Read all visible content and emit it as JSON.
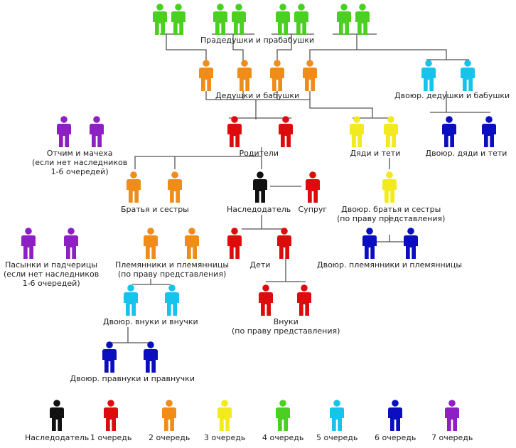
{
  "colors": {
    "heir": "#111111",
    "order1": "#dd0b0b",
    "order2": "#f08c1a",
    "order3": "#f2ea1c",
    "order4": "#4ccf23",
    "order5": "#17c3ea",
    "order6": "#0a0ec0",
    "order7": "#8d1fc3"
  },
  "labels": {
    "great_grandparents": "Прадедушки и прабабушки",
    "grandparents": "Дедушки и бабушки",
    "cousin_grandparents": "Двоюр. дедушки и бабушки",
    "stepparents": "Отчим и мачеха",
    "stepparents_note1": "(если нет  наследников",
    "stepparents_note2": "1-6 очередей)",
    "parents": "Родители",
    "uncles_aunts": "Дяди и тети",
    "cousin_uncles_aunts": "Двоюр. дяди и тети",
    "siblings": "Братья и сестры",
    "testator": "Наследодатель",
    "spouse": "Супруг",
    "cousins": "Двоюр. братья и сестры",
    "cousins_note": "(по праву представления)",
    "stepchildren": "Пасынки и падчерицы",
    "stepchildren_note1": "(если нет  наследников",
    "stepchildren_note2": "1-6 очередей)",
    "nephews": "Племянники и племянницы",
    "nephews_note": "(по праву представления)",
    "children": "Дети",
    "cousin_nephews": "Двоюр. племянники и племянницы",
    "grandnephews": "Двоюр. внуки и внучки",
    "grandchildren": "Внуки",
    "grandchildren_note": "(по праву представления)",
    "great_grandnephews": "Двоюр. правнуки и правнучки"
  },
  "legend": [
    {
      "label": "Наследодатель",
      "color_key": "heir"
    },
    {
      "label": "1 очередь",
      "color_key": "order1"
    },
    {
      "label": "2 очередь",
      "color_key": "order2"
    },
    {
      "label": "3 очередь",
      "color_key": "order3"
    },
    {
      "label": "4 очередь",
      "color_key": "order4"
    },
    {
      "label": "5 очередь",
      "color_key": "order5"
    },
    {
      "label": "6 очередь",
      "color_key": "order6"
    },
    {
      "label": "7 очередь",
      "color_key": "order7"
    }
  ]
}
